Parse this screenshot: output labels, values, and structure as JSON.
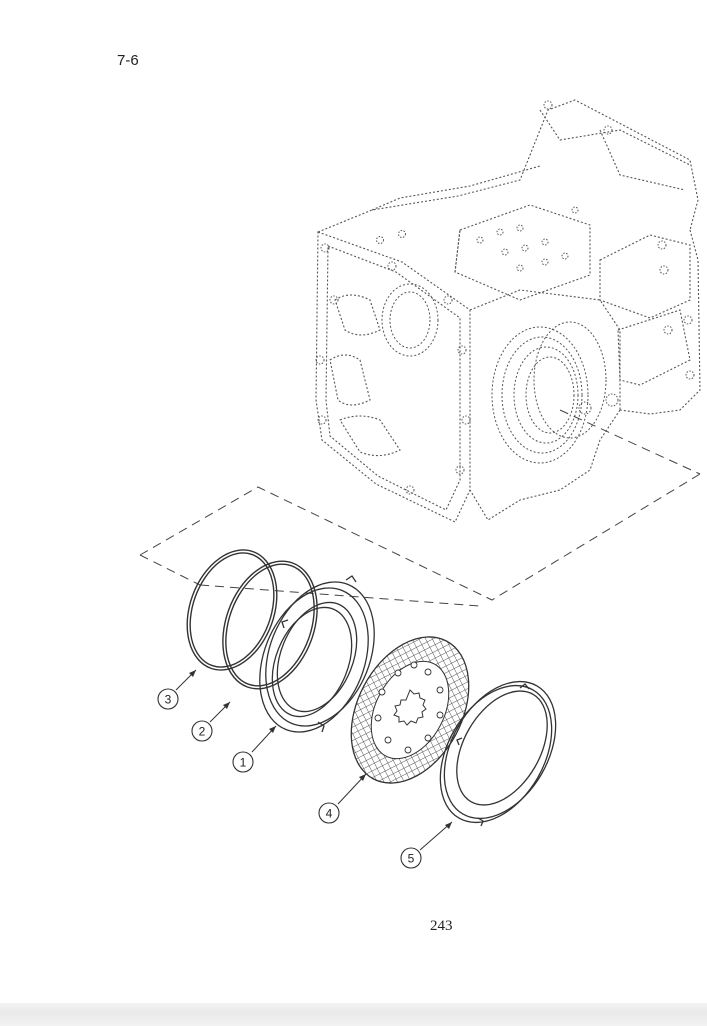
{
  "header": {
    "section_number": "7-6"
  },
  "footer": {
    "page_number": "243"
  },
  "diagram": {
    "callouts": [
      {
        "id": "callout-3",
        "label": "3"
      },
      {
        "id": "callout-2",
        "label": "2"
      },
      {
        "id": "callout-1",
        "label": "1"
      },
      {
        "id": "callout-4",
        "label": "4"
      },
      {
        "id": "callout-5",
        "label": "5"
      }
    ]
  }
}
